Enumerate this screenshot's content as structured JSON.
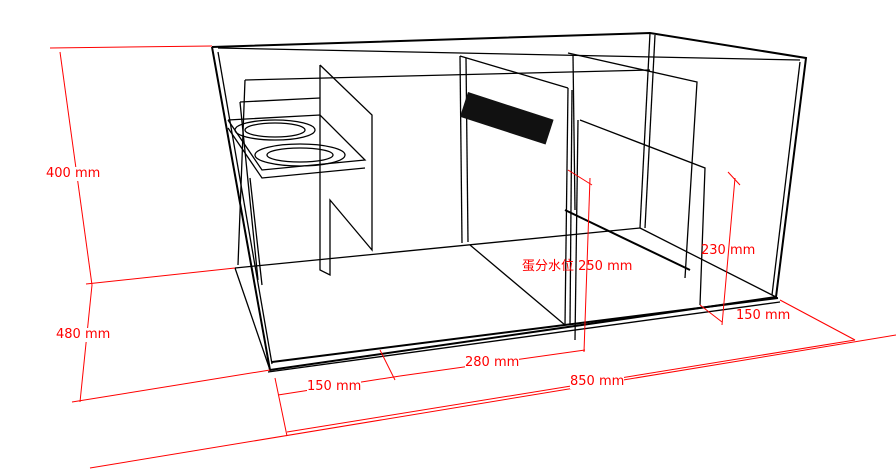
{
  "dimensions": {
    "height_upper": "400 mm",
    "height_lower": "480 mm",
    "left_chamber": "150 mm",
    "middle_chamber": "280 mm",
    "total_length": "850 mm",
    "skimmer_water_level": "蛋分水位 250 mm",
    "baffle_height": "230 mm",
    "right_gap": "150 mm"
  },
  "colors": {
    "outline": "#000000",
    "dimension": "#ff0000"
  }
}
